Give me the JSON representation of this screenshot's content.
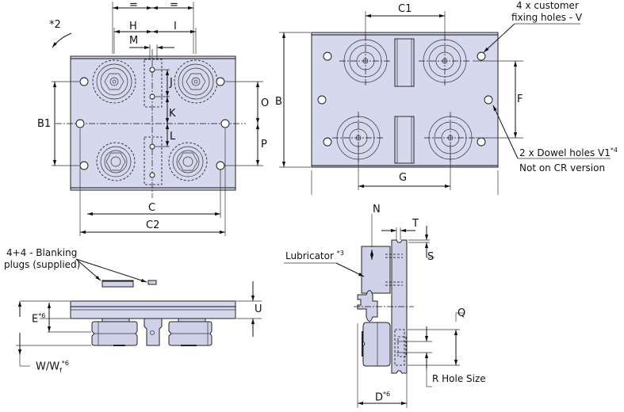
{
  "top_view": {
    "note_ref": "*2",
    "equal_left": "=",
    "equal_right": "=",
    "dim_h": "H",
    "dim_i": "I",
    "dim_m": "M",
    "dim_j": "J",
    "dim_k": "K",
    "dim_l": "L",
    "dim_o": "O",
    "dim_p": "P",
    "dim_b1": "B1",
    "dim_c": "C",
    "dim_c2": "C2"
  },
  "bottom_view": {
    "dim_c1": "C1",
    "dim_b": "B",
    "dim_f": "F",
    "dim_g": "G",
    "fixing_holes_line1": "4  x customer",
    "fixing_holes_line2": "fixing holes - V",
    "dowel_holes": "2 x Dowel holes V1",
    "dowel_holes_sup": "*4",
    "dowel_note": "Not on CR version"
  },
  "front_view": {
    "blanking_line1": "4+4 - Blanking",
    "blanking_line2": "plugs (supplied)",
    "dim_e": "E",
    "dim_e_sup": "*6",
    "dim_w": "W/W",
    "dim_w_sub": "f",
    "dim_w_sup": "*6",
    "dim_u": "U"
  },
  "side_view": {
    "dim_n": "N",
    "dim_t": "T",
    "dim_s": "S",
    "lubricator": "Lubricator",
    "lubricator_sup": "*3",
    "dim_q": "Q",
    "r_hole": "R Hole Size",
    "dim_d": "D",
    "dim_d_sup": "*6"
  }
}
